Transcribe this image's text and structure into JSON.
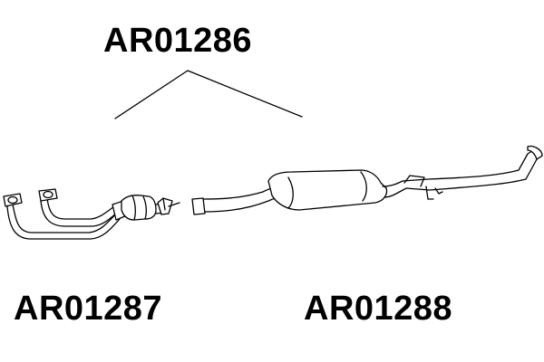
{
  "diagram": {
    "assembly_part_number": "AR01286",
    "front_section_part_number": "AR01287",
    "rear_section_part_number": "AR01288"
  }
}
